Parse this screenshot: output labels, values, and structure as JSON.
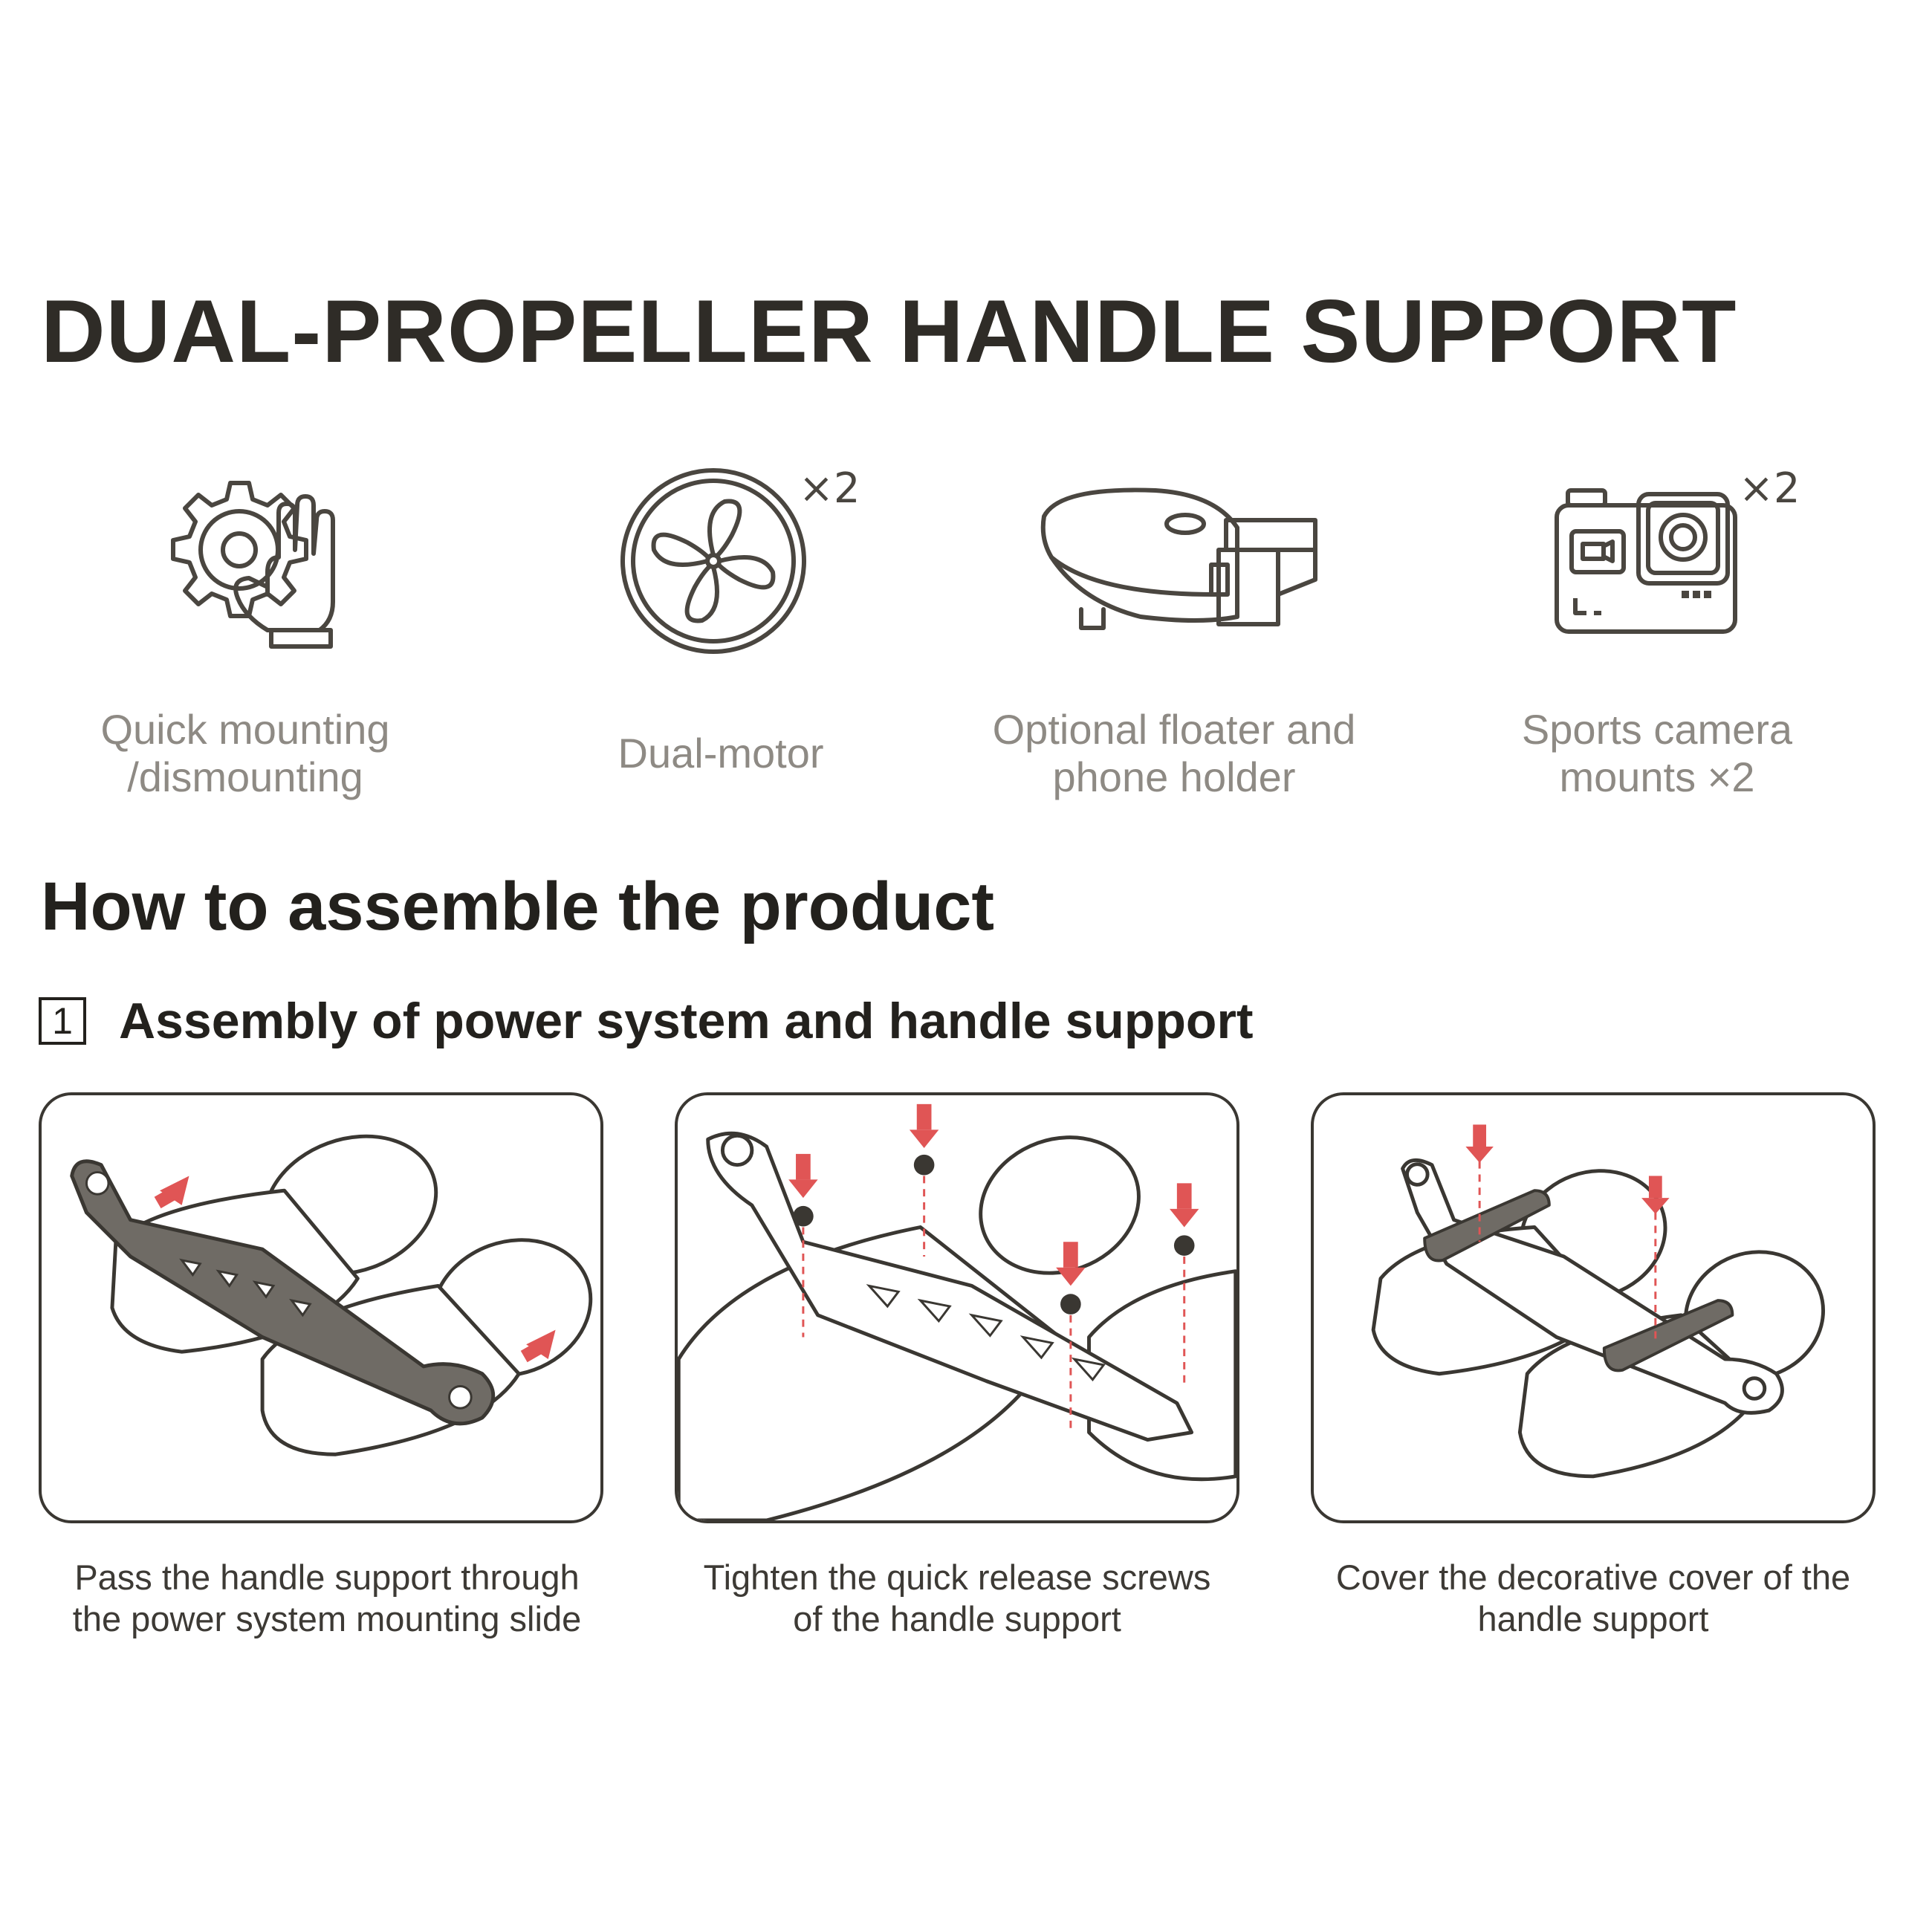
{
  "title": "DUAL-PROPELLER HANDLE SUPPORT",
  "features": [
    {
      "label": "Quick mounting\n/dismounting",
      "icon": "gear-hand-icon",
      "multiplier": ""
    },
    {
      "label": "Dual-motor",
      "icon": "propeller-icon",
      "multiplier": "×2"
    },
    {
      "label": "Optional floater and\nphone holder",
      "icon": "floater-phone-holder-icon",
      "multiplier": ""
    },
    {
      "label": "Sports camera\nmounts ×2",
      "icon": "sports-camera-icon",
      "multiplier": "×2"
    }
  ],
  "assembly": {
    "heading": "How to assemble the product",
    "step_number": "1",
    "step_title": "Assembly of power system and handle support",
    "steps": [
      {
        "caption": "Pass the handle support through\nthe power system mounting slide"
      },
      {
        "caption": "Tighten the quick release screws\nof the handle support"
      },
      {
        "caption": "Cover the decorative cover of the\nhandle support"
      }
    ]
  },
  "colors": {
    "ink": "#2f2c27",
    "label_gray": "#8e8a84",
    "arrow_red": "#e05555"
  }
}
